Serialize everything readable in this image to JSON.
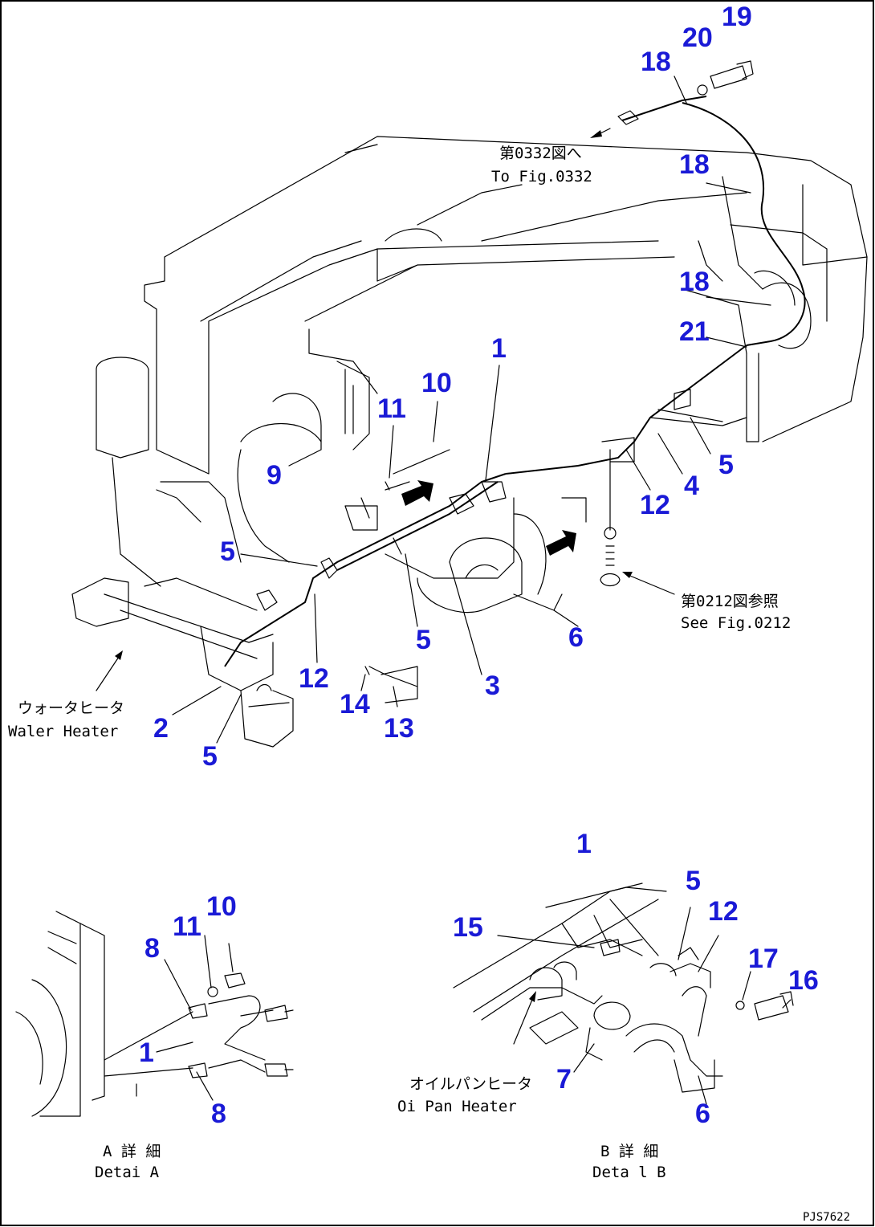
{
  "callouts": [
    {
      "id": "c19a",
      "text": "19"
    },
    {
      "id": "c20",
      "text": "20"
    },
    {
      "id": "c18a",
      "text": "18"
    },
    {
      "id": "c18b",
      "text": "18"
    },
    {
      "id": "c18c",
      "text": "18"
    },
    {
      "id": "c21",
      "text": "21"
    },
    {
      "id": "c1a",
      "text": "1"
    },
    {
      "id": "c10a",
      "text": "10"
    },
    {
      "id": "c11a",
      "text": "11"
    },
    {
      "id": "c9",
      "text": "9"
    },
    {
      "id": "c5a",
      "text": "5"
    },
    {
      "id": "c5b",
      "text": "5"
    },
    {
      "id": "c5c",
      "text": "5"
    },
    {
      "id": "c5d",
      "text": "5"
    },
    {
      "id": "c4",
      "text": "4"
    },
    {
      "id": "c12a",
      "text": "12"
    },
    {
      "id": "c12b",
      "text": "12"
    },
    {
      "id": "c6a",
      "text": "6"
    },
    {
      "id": "c3",
      "text": "3"
    },
    {
      "id": "c14",
      "text": "14"
    },
    {
      "id": "c13",
      "text": "13"
    },
    {
      "id": "c2",
      "text": "2"
    },
    {
      "id": "c1b",
      "text": "1"
    },
    {
      "id": "c10b",
      "text": "10"
    },
    {
      "id": "c11b",
      "text": "11"
    },
    {
      "id": "c8a",
      "text": "8"
    },
    {
      "id": "c8b",
      "text": "8"
    },
    {
      "id": "c15",
      "text": "15"
    },
    {
      "id": "c5e",
      "text": "5"
    },
    {
      "id": "c12c",
      "text": "12"
    },
    {
      "id": "c17",
      "text": "17"
    },
    {
      "id": "c16",
      "text": "16"
    },
    {
      "id": "c7",
      "text": "7"
    },
    {
      "id": "c6b",
      "text": "6"
    },
    {
      "id": "c1c",
      "text": "1"
    }
  ],
  "captions": {
    "fig0332_jp": "第0332図へ",
    "fig0332_en": "To Fig.0332",
    "fig0212_jp": "第0212図参照",
    "fig0212_en": "See Fig.0212",
    "water_heater_jp": "ウォータヒータ",
    "water_heater_en": "Waler Heater",
    "oil_pan_heater_jp": "オイルパンヒータ",
    "oil_pan_heater_en": "Oi  Pan Heater",
    "detail_a_jp": "A 詳 細",
    "detail_a_en": "Detai  A",
    "detail_b_jp": "B 詳 細",
    "detail_b_en": "Deta l B",
    "drawing_code": "PJS7622"
  },
  "colors": {
    "callout": "#1a1ad6",
    "linework": "#000000"
  }
}
